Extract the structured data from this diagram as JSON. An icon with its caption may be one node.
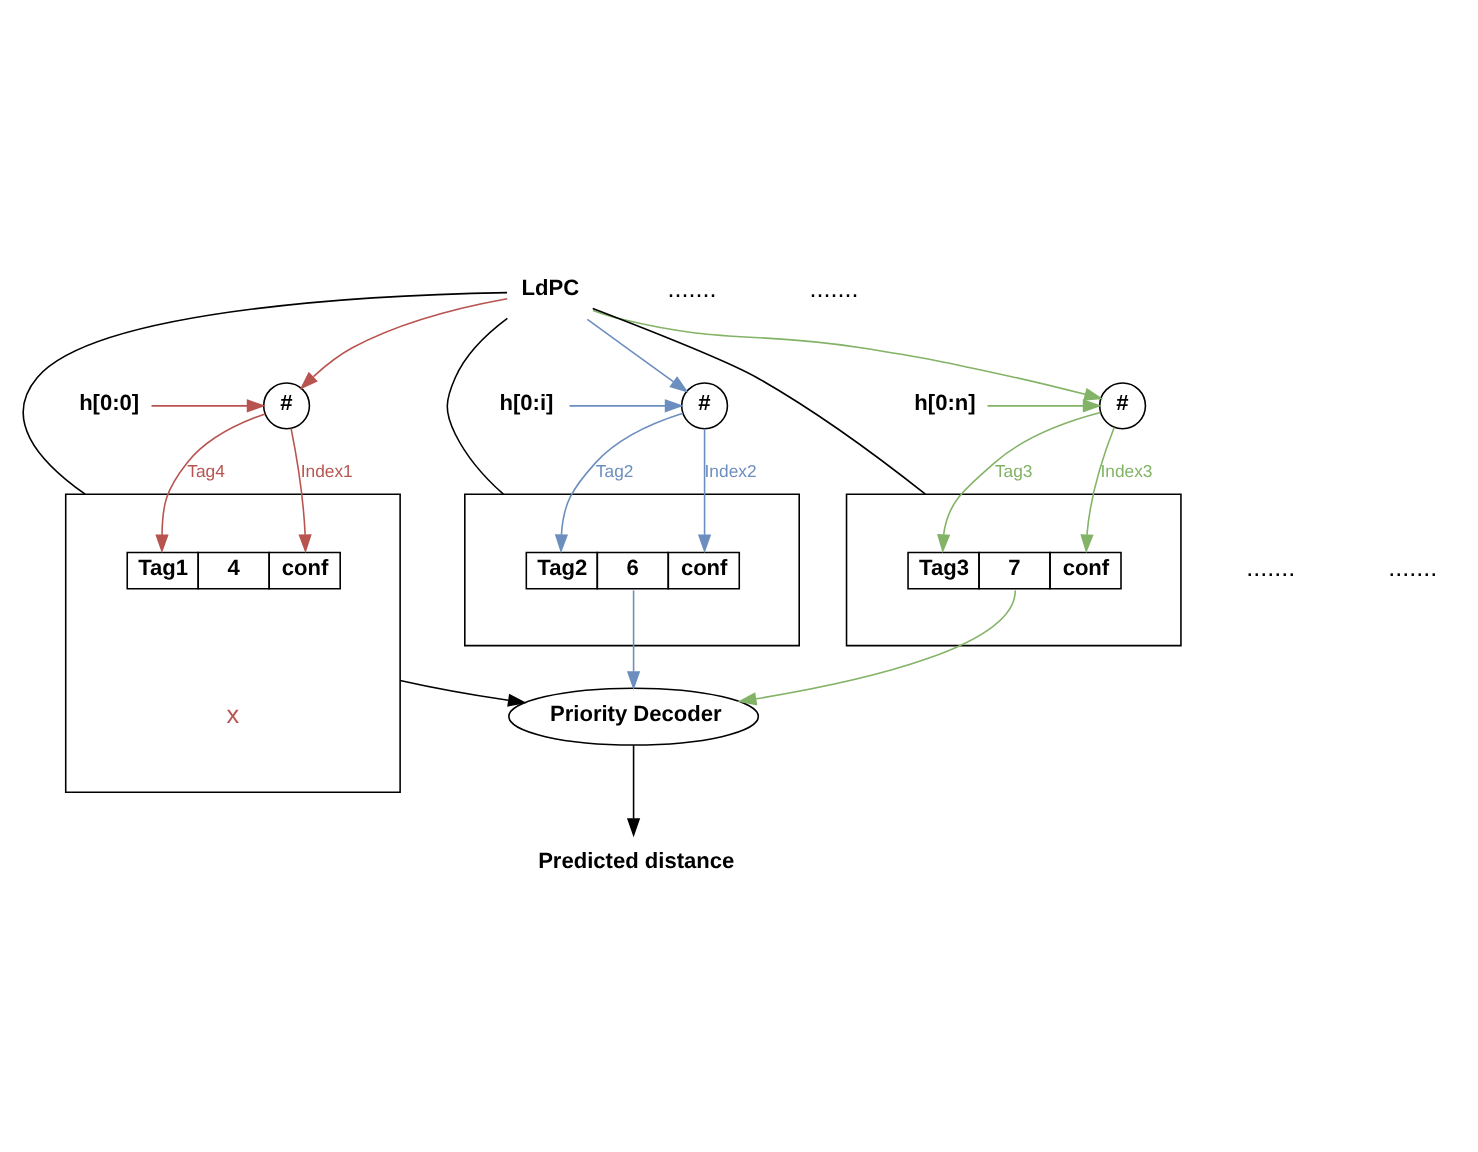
{
  "diagram": {
    "nodes": [
      {
        "text": [
          "LdPC"
        ]
      },
      {
        "text": [
          "h[0:0]"
        ]
      },
      {
        "text": [
          "#"
        ]
      },
      {
        "text": [
          "h[0:i]"
        ]
      },
      {
        "text": [
          "#"
        ]
      },
      {
        "text": [
          "h[0:n]"
        ]
      },
      {
        "text": [
          "#"
        ]
      },
      {
        "text": [],
        "shape": "box"
      },
      {
        "text": [
          "Tag1",
          "4",
          "conf"
        ],
        "in": 7
      },
      {
        "text": [],
        "shape": "box"
      },
      {
        "text": [
          "Tag2",
          "6",
          "conf"
        ],
        "in": 9
      },
      {
        "text": [],
        "shape": "box"
      },
      {
        "text": [
          "Tag3",
          "7",
          "conf"
        ],
        "in": 11
      },
      {
        "text": [
          "Priority Decoder"
        ]
      },
      {
        "text": [
          "Predicted distance"
        ]
      }
    ],
    "edges": [
      {
        "from": 0,
        "to": 2,
        "arrow": "to",
        "color": "#b85450"
      },
      {
        "from": 0,
        "to": 4,
        "arrow": "to",
        "color": "#6c8ebf"
      },
      {
        "from": 0,
        "to": 6,
        "arrow": "to",
        "color": "#82b366"
      },
      {
        "from": 0,
        "to": 7,
        "arrow": "none",
        "color": "#000000"
      },
      {
        "from": 0,
        "to": 9,
        "arrow": "none",
        "color": "#000000"
      },
      {
        "from": 0,
        "to": 11,
        "arrow": "none",
        "color": "#000000"
      },
      {
        "from": 1,
        "to": 2,
        "arrow": "to",
        "color": "#b85450"
      },
      {
        "from": 3,
        "to": 4,
        "arrow": "to",
        "color": "#6c8ebf"
      },
      {
        "from": 5,
        "to": 6,
        "arrow": "to",
        "color": "#82b366"
      },
      {
        "from": 2,
        "to": 8,
        "arrow": "to",
        "label": "Tag4",
        "color": "#b85450"
      },
      {
        "from": 2,
        "to": 8,
        "arrow": "to",
        "label": "Index1",
        "color": "#b85450"
      },
      {
        "from": 4,
        "to": 10,
        "arrow": "to",
        "label": "Tag2",
        "color": "#6c8ebf"
      },
      {
        "from": 4,
        "to": 10,
        "arrow": "to",
        "label": "Index2",
        "color": "#6c8ebf"
      },
      {
        "from": 6,
        "to": 12,
        "arrow": "to",
        "label": "Tag3",
        "color": "#82b366"
      },
      {
        "from": 6,
        "to": 12,
        "arrow": "to",
        "label": "Index3",
        "color": "#82b366"
      },
      {
        "from": 7,
        "to": 13,
        "arrow": "to",
        "color": "#000000"
      },
      {
        "from": 10,
        "to": 13,
        "arrow": "to",
        "color": "#6c8ebf"
      },
      {
        "from": 12,
        "to": 13,
        "arrow": "to",
        "color": "#82b366"
      },
      {
        "from": 13,
        "to": 14,
        "arrow": "to",
        "color": "#000000"
      }
    ],
    "labels": [
      ".......",
      ".......",
      ".......",
      ".......",
      "x"
    ]
  }
}
